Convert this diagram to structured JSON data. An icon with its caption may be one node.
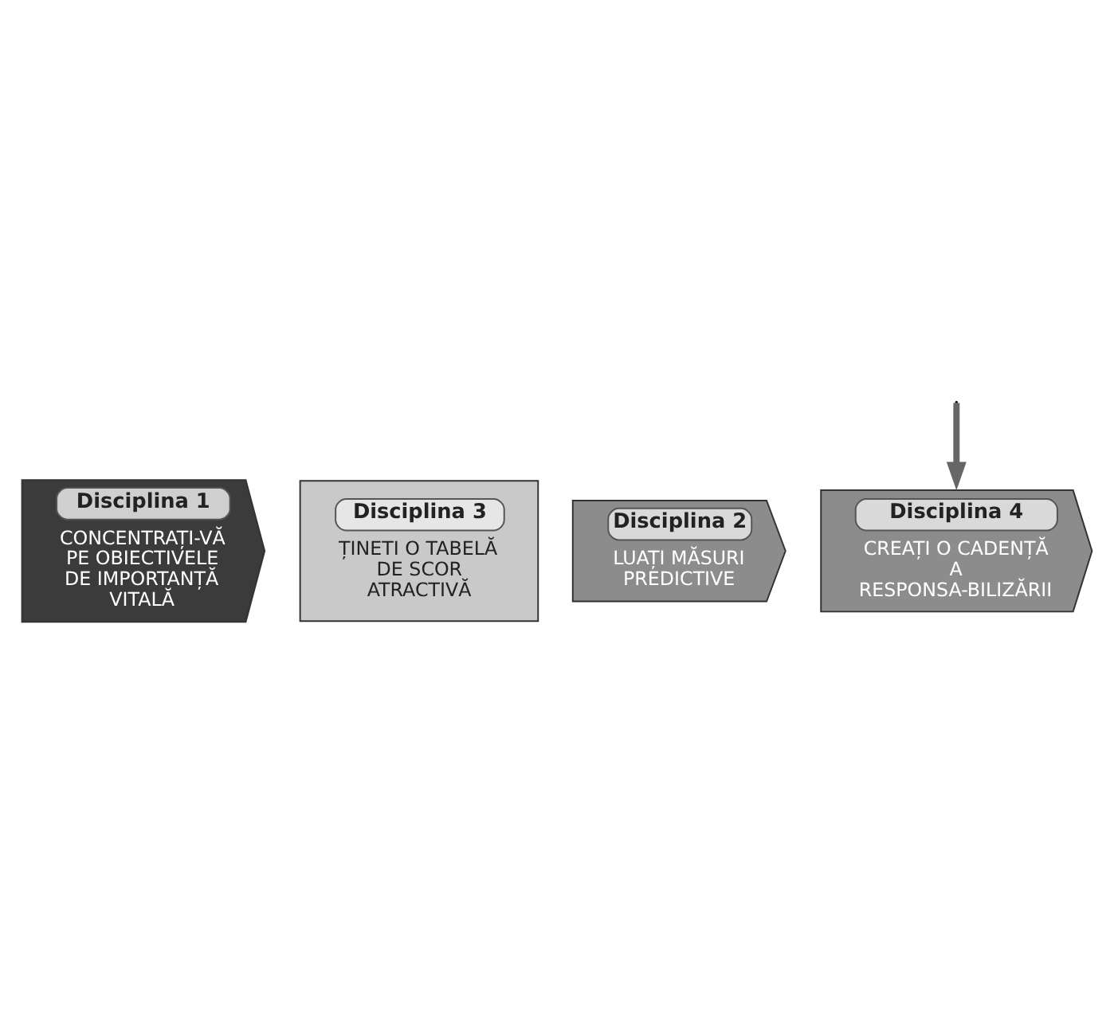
{
  "diagram": {
    "nodes": [
      {
        "text": [
          "Disciplina 1",
          "CONCENTRAȚI-VĂ PE OBIECTIVELE DE IMPORTANȚĂ VITALĂ"
        ]
      },
      {
        "text": [
          "Disciplina 2",
          "LUAȚI MĂSURI PREDICTIVE"
        ]
      },
      {
        "text": [
          "Disciplina 3",
          "ȚINETI O TABELĂ DE SCOR ATRACTIVĂ"
        ]
      },
      {
        "text": [
          "Disciplina 4",
          "CREAȚI O CADENȚĂ A RESPONSA-BILIZĂRII"
        ]
      }
    ],
    "edges": [
      {
        "from": null,
        "to": 3,
        "arrow": "to"
      }
    ]
  }
}
